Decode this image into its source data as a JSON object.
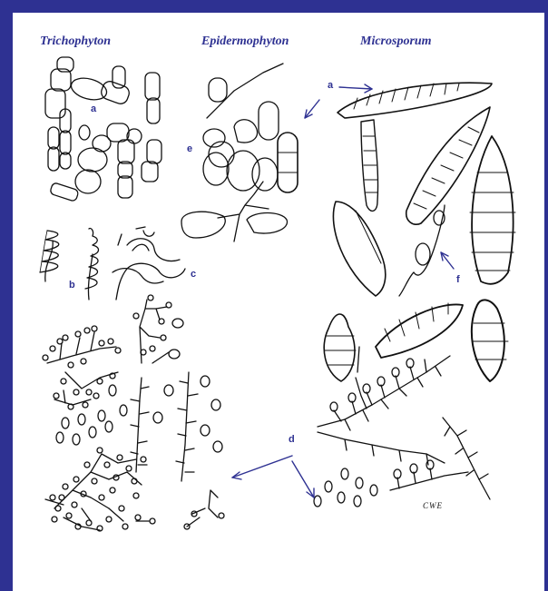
{
  "headers": {
    "trichophyton": "Trichophyton",
    "epidermophyton": "Epidermophyton",
    "microsporum": "Microsporum"
  },
  "labels": {
    "a_trich": "a",
    "a_micro": "a",
    "b": "b",
    "c": "c",
    "d": "d",
    "e": "e",
    "f": "f"
  },
  "signature": "CWE",
  "colors": {
    "frame": "#2e3192",
    "ink": "#111111",
    "label": "#2e3192"
  }
}
